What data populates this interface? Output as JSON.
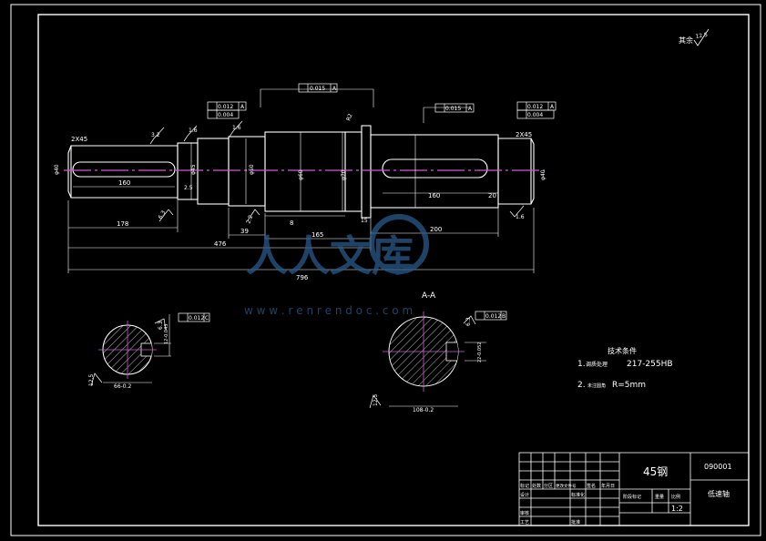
{
  "drawing": {
    "roughness_note": "其余",
    "roughness_value": "12.5",
    "dims": {
      "chamfer_left": "2X45",
      "chamfer_right": "2X45",
      "d1": "φ40",
      "d2": "φ45",
      "d3": "φ50",
      "d4": "φ60",
      "d5": "φ70",
      "d6": "φ40",
      "key_left": "160",
      "key_right": "160",
      "len_178": "178",
      "len_476": "476",
      "len_796": "796",
      "len_39": "39",
      "len_165": "165",
      "len_200": "200",
      "len_8": "8",
      "len_20": "20",
      "len_2_5": "2.5",
      "len_2_2": "2.2",
      "r_note": "R2",
      "r15": "15"
    },
    "tolerances": {
      "top_center": "0.015",
      "top_center_ref": "A",
      "left_1": "0.012",
      "left_1_ref": "A",
      "left_2": "0.004",
      "right_mid": "0.015",
      "right_mid_ref": "A",
      "right_1": "0.012",
      "right_1_ref": "A",
      "right_2": "0.004",
      "section_left": "0.012",
      "section_left_ref": "C",
      "section_right": "0.012",
      "section_right_ref": "B"
    },
    "roughness": {
      "r1": "3.2",
      "r2": "1.6",
      "r3": "1.6",
      "r4": "6.3",
      "r5": "3.2",
      "r6": "1.6",
      "r7": "6.3",
      "r8": "3.2",
      "r9": "12.5",
      "r10": "12.5",
      "r11": "6.3"
    },
    "sections": {
      "label": "A-A",
      "left_dim": "66-0.2",
      "left_key": "12-0.043",
      "right_dim": "108-0.2",
      "right_key": "22-0.052"
    }
  },
  "tech_requirements": {
    "title": "技术条件",
    "item1_num": "1.",
    "item1_label": "调质处理",
    "item1_value": "217-255HB",
    "item2_num": "2.",
    "item2_label": "未注圆角",
    "item2_value": "R=5mm"
  },
  "title_block": {
    "material": "45钢",
    "drawing_no": "090001",
    "part_name": "低速轴",
    "scale": "1:2",
    "c_mark": "标记",
    "c_count": "处数",
    "c_zone": "分区",
    "c_doc": "更改文件号",
    "c_sign": "签名",
    "c_date": "年月日",
    "r_design": "设计",
    "r_std": "标准化",
    "r_review": "审核",
    "r_process": "工艺",
    "r_approve": "批准",
    "stage_mark": "阶段标记",
    "weight": "重量",
    "scale_label": "比例"
  },
  "watermark": {
    "brand": "人人文库",
    "url": "w w w . r e n r e n d o c . c o m"
  }
}
